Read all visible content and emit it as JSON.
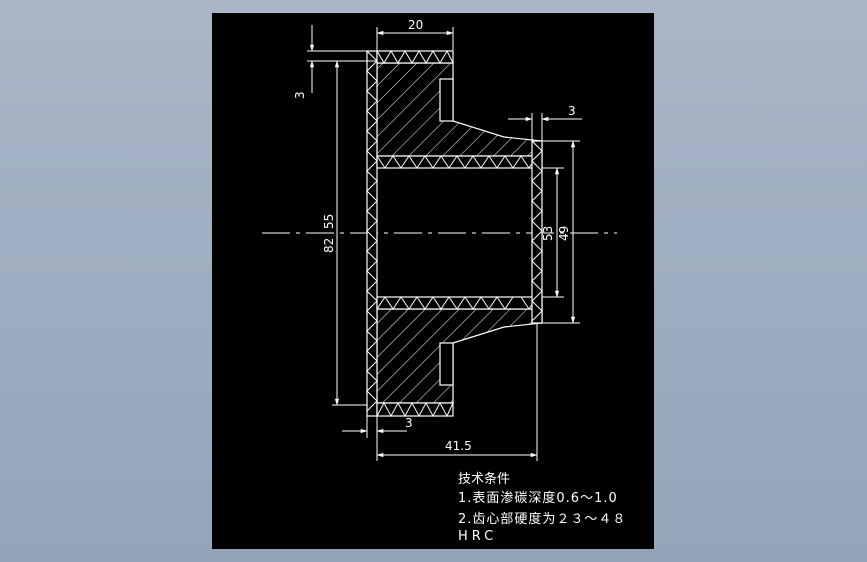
{
  "drawing": {
    "dimensions": {
      "top_width": "20",
      "top_offset": "3",
      "right_step": "3",
      "outer_diameter": "82",
      "inner_diameter": "55",
      "hub_outer": "53",
      "hub_inner": "49",
      "bottom_offset": "3",
      "total_length": "41.5"
    },
    "notes": {
      "title": "技术条件",
      "line1": "1.表面渗碳深度0.6～1.0",
      "line2": "2.齿心部硬度为２３～４８",
      "line3": "HRC"
    }
  },
  "colors": {
    "background": "#a9b6c8",
    "canvas": "#000000",
    "lines": "#ffffff"
  }
}
